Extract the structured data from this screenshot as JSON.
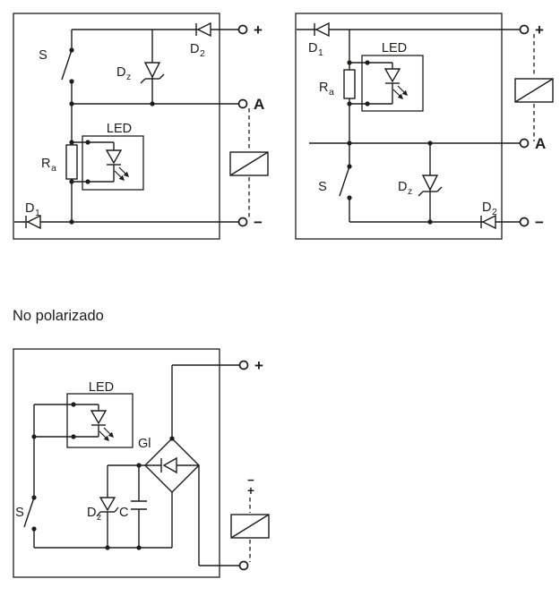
{
  "background": "#ffffff",
  "ink": "#1d1d1b",
  "heading": "No polarizado",
  "circuit_left": {
    "switch_label": "S",
    "diode_top": {
      "main": "D",
      "sub": "2"
    },
    "zener": {
      "main": "D",
      "sub": "z"
    },
    "led_label": "LED",
    "resistor": {
      "main": "R",
      "sub": "a"
    },
    "diode_bottom": {
      "main": "D",
      "sub": "1"
    },
    "terminal_plus": "+",
    "terminal_a": "A",
    "terminal_minus": "−"
  },
  "circuit_right": {
    "diode_top": {
      "main": "D",
      "sub": "1"
    },
    "led_label": "LED",
    "resistor": {
      "main": "R",
      "sub": "a"
    },
    "switch_label": "S",
    "zener": {
      "main": "D",
      "sub": "z"
    },
    "diode_bottom": {
      "main": "D",
      "sub": "2"
    },
    "terminal_plus": "+",
    "terminal_a": "A",
    "terminal_minus": "−"
  },
  "circuit_nonpolarized": {
    "led_label": "LED",
    "bridge_label": "Gl",
    "switch_label": "S",
    "diode": {
      "main": "D",
      "sub": "z"
    },
    "capacitor_label": "C",
    "terminal_plus": "+",
    "coil_mark_top": "−",
    "coil_mark_bottom": "+"
  }
}
